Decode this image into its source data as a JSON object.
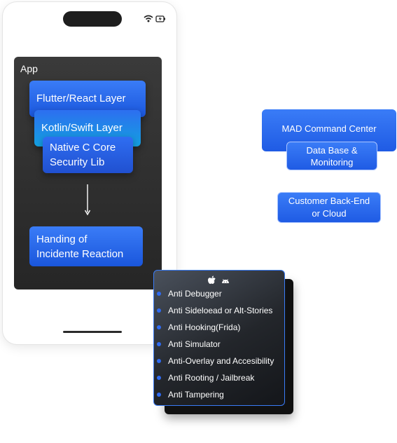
{
  "phone": {
    "app_label": "App"
  },
  "layers": {
    "flutter": "Flutter/React Layer",
    "kotlin": "Kotlin/Swift Layer",
    "native_line1": "Native C Core",
    "native_line2": "Security Lib",
    "handling_line1": "Handing of",
    "handling_line2": "Incidente Reaction"
  },
  "backend": {
    "mad": "MAD Command Center",
    "db_line1": "Data Base &",
    "db_line2": "Monitoring",
    "customer_line1": "Customer Back-End",
    "customer_line2": "or Cloud"
  },
  "features": [
    "Anti Debugger",
    "Anti Sideloead or Alt-Stories",
    "Anti Hooking(Frida)",
    "Anti Simulator",
    "Anti-Overlay and Accesibility",
    "Anti Rooting / Jailbreak",
    "Anti Tampering"
  ],
  "icons": {
    "platforms": [
      "apple-icon",
      "android-icon"
    ],
    "status": [
      "wifi-icon",
      "battery-icon"
    ]
  },
  "colors": {
    "accent_blue": "#2f6bf2",
    "panel_dark": "#2f2f2f"
  }
}
